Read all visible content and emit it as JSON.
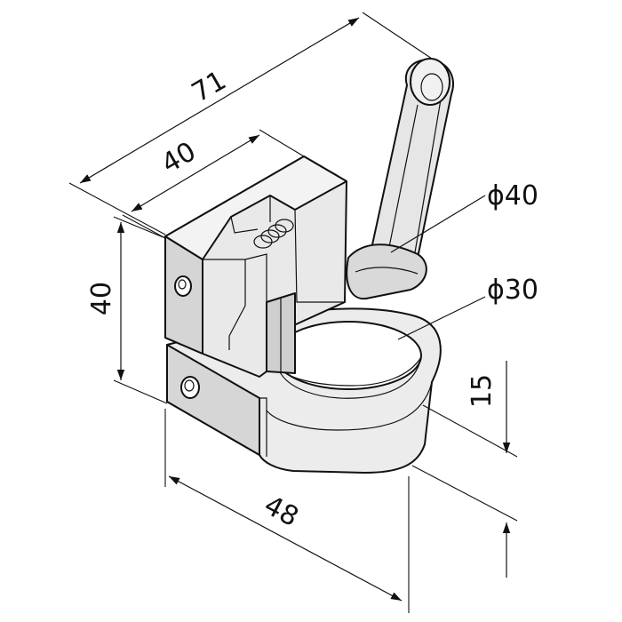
{
  "dimensions": {
    "overall_length": "71",
    "clamp_length": "40",
    "clamp_height": "40",
    "outer_diameter": "ϕ40",
    "bore_diameter": "ϕ30",
    "ring_height": "15",
    "ring_width": "48"
  },
  "colors": {
    "part_light": "#f1f1f1",
    "part_mid": "#d9d9d9",
    "part_dark": "#bdbdbd",
    "line": "#111111"
  }
}
